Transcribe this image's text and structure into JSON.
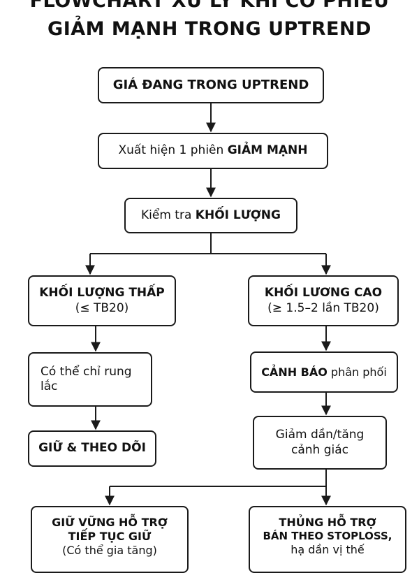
{
  "title": {
    "line1": "FLOWCHART XỬ LÝ KHI CÓ PHIẾU",
    "line2": "GIẢM MẠNH TRONG UPTREND"
  },
  "nodes": {
    "uptrend": {
      "text": "GIÁ ĐANG TRONG UPTREND"
    },
    "drop": {
      "text_normal": "Xuất hiện 1 phiên ",
      "text_bold": "GIẢM MẠNH"
    },
    "volume_check": {
      "text_normal": "Kiểm tra ",
      "text_bold": "KHỐI LƯỢNG"
    },
    "low_volume": {
      "line1": "KHỐI LƯỢNG THẤP",
      "line2": "(≤ TB20)"
    },
    "high_volume": {
      "line1": "KHỐI LƯƠNG CAO",
      "line2": "(≥ 1.5–2 lần TB20)"
    },
    "shakeout": {
      "text": "Có thể chỉ rung lắc"
    },
    "hold_watch": {
      "text": "GIỮ & THEO DÕI"
    },
    "distribution": {
      "text_bold": "CẢNH BÁO",
      "text_normal": " phân phối"
    },
    "reduce": {
      "text": "Giảm dần/tăng cảnh giác"
    },
    "support_held": {
      "line1": "GIỮ VỮNG HỖ TRỢ",
      "line2": "TIẾP TỤC GIỮ",
      "line3": "(Có thể gia tăng)"
    },
    "support_broken": {
      "line1": "THỦNG HỖ TRỢ",
      "line2": "BÁN THEO STOPLOSS,",
      "line3": "hạ dần vị thế"
    }
  }
}
